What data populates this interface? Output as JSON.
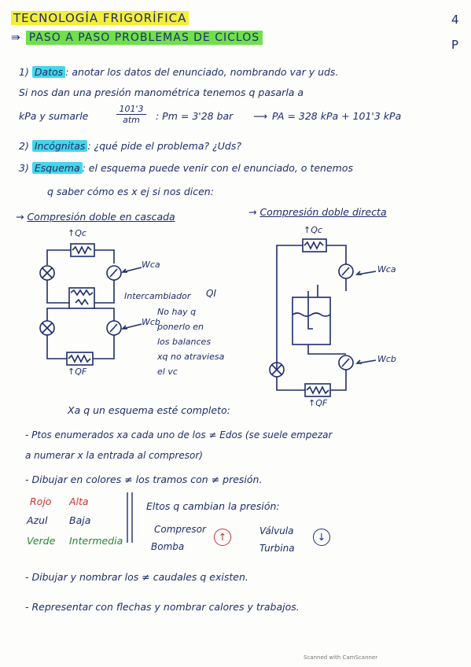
{
  "header": {
    "title": "TECNOLOGÍA FRIGORÍFICA",
    "page_num": "4",
    "side_letter": "P"
  },
  "section": {
    "title": "PASO A PASO PROBLEMAS DE CICLOS"
  },
  "steps": {
    "s1_num": "1)",
    "s1_tag": "Datos",
    "s1_text": ": anotar los datos del enunciado, nombrando var y uds.",
    "s1_line2": "Si nos dan una presión manométrica tenemos q pasarla a",
    "s1_line3a": "kPa y sumarle",
    "s1_frac_num": "101'3",
    "s1_frac_den": "atm",
    "s1_line3b": ": Pm = 3'28 bar",
    "s1_line3c": "PA = 328 kPa + 101'3 kPa",
    "s2_num": "2)",
    "s2_tag": "Incógnitas",
    "s2_text": ": ¿qué pide el problema? ¿Uds?",
    "s3_num": "3)",
    "s3_tag": "Esquema",
    "s3_text": ": el esquema puede venir con el enunciado, o tenemos",
    "s3_line2": "q saber cómo es x ej si nos dicen:"
  },
  "diagrams": {
    "left_title": "Compresión doble en cascada",
    "right_title": "Compresión doble directa",
    "qc_left": "↑Qc",
    "qc_right": "↑Qc",
    "wca_left": "Wca",
    "wcb_left": "Wcb",
    "qf_left": "↑QF",
    "wca_right": "Wca",
    "wcb_right": "Wcb",
    "qf_right": "↑QF",
    "exchanger_label": "Intercambiador",
    "qi_label": "QI",
    "note_l1": "No hay q",
    "note_l2": "ponerlo en",
    "note_l3": "los balances",
    "note_l4": "xq no atraviesa",
    "note_l5": "el vc"
  },
  "complete": {
    "title": "Xa q un esquema esté completo:",
    "b1a": "- Ptos enumerados xa cada uno de los ≠ Edos (se suele empezar",
    "b1b": "a numerar x la entrada al compresor)",
    "b2": "- Dibujar en colores ≠ los tramos con ≠ presión.",
    "legend": {
      "red_a": "Rojo",
      "red_b": "Alta",
      "blue_a": "Azul",
      "blue_b": "Baja",
      "green_a": "Verde",
      "green_b": "Intermedia"
    },
    "elem_title": "Eltos q cambian la presión:",
    "up_items_1": "Compresor",
    "up_items_2": "Bomba",
    "up_symbol": "↑",
    "down_items_1": "Válvula",
    "down_items_2": "Turbina",
    "down_symbol": "↓",
    "b3": "- Dibujar y nombrar los ≠ caudales q existen.",
    "b4": "- Representar con flechas y nombrar calores y trabajos."
  },
  "footer": {
    "text": "Scanned with CamScanner"
  },
  "colors": {
    "yellow": "#f4ee3a",
    "green": "#6fe04a",
    "cyan": "#45d6e8",
    "ink": "#1e2d6b",
    "red": "#d13131",
    "green_ink": "#1f8a32"
  }
}
